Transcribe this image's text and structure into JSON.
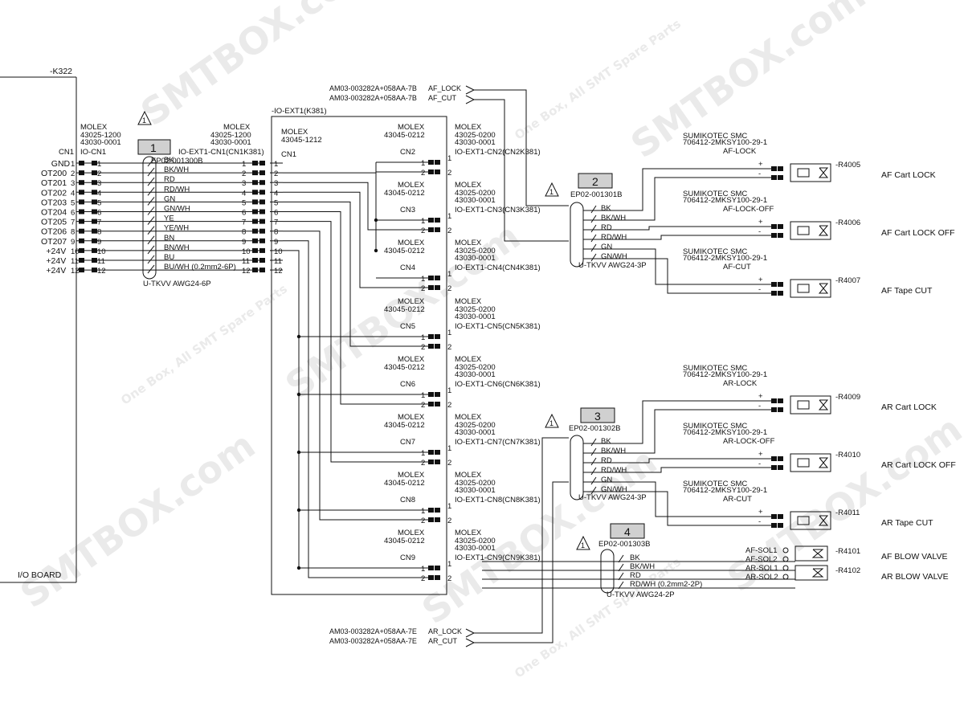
{
  "watermark": "SMTBOX.com",
  "watermark_sub": "One Box, All SMT Spare Parts",
  "main": {
    "k322": "-K322",
    "io_board": "I/O BOARD",
    "left_conn": {
      "maker": "MOLEX",
      "pn1": "43025-1200",
      "pn2": "43030-0001",
      "cn": "CN1",
      "name": "IO-CN1"
    },
    "pins": [
      "GND",
      "OT200",
      "OT201",
      "OT202",
      "OT203",
      "OT204",
      "OT205",
      "OT206",
      "OT207",
      "+24V",
      "+24V",
      "+24V"
    ],
    "pin_nums": [
      "1",
      "2",
      "3",
      "4",
      "5",
      "6",
      "7",
      "8",
      "9",
      "10",
      "11",
      "12"
    ],
    "cable1": {
      "num": "1",
      "part": "EP02-001300B",
      "type": "U-TKVV AWG24-6P",
      "colors": [
        "BK",
        "BK/WH",
        "RD",
        "RD/WH",
        "GN",
        "GN/WH",
        "YE",
        "YE/WH",
        "BN",
        "BN/WH",
        "BU",
        "BU/WH (0.2mm2-6P)"
      ]
    },
    "mid_conn": {
      "maker": "MOLEX",
      "pn1": "43025-1200",
      "pn2": "43030-0001",
      "name": "IO-EXT1-CN1(CN1K381)"
    },
    "ext_board": {
      "title": "-IO-EXT1(K381)",
      "maker": "MOLEX",
      "pn": "43045-1212",
      "cn": "CN1"
    },
    "cns": [
      {
        "cn": "CN2",
        "left_pn": "43045-0212",
        "right_pn1": "43025-0200",
        "right_pn2": "43030-0001",
        "name": "IO-EXT1-CN2(CN2K381)"
      },
      {
        "cn": "CN3",
        "left_pn": "43045-0212",
        "right_pn1": "43025-0200",
        "right_pn2": "43030-0001",
        "name": "IO-EXT1-CN3(CN3K381)"
      },
      {
        "cn": "CN4",
        "left_pn": "43045-0212",
        "right_pn1": "43025-0200",
        "right_pn2": "43030-0001",
        "name": "IO-EXT1-CN4(CN4K381)"
      },
      {
        "cn": "CN5",
        "left_pn": "43045-0212",
        "right_pn1": "43025-0200",
        "right_pn2": "43030-0001",
        "name": "IO-EXT1-CN5(CN5K381)"
      },
      {
        "cn": "CN6",
        "left_pn": "43045-0212",
        "right_pn1": "43025-0200",
        "right_pn2": "43030-0001",
        "name": "IO-EXT1-CN6(CN6K381)"
      },
      {
        "cn": "CN7",
        "left_pn": "43045-0212",
        "right_pn1": "43025-0200",
        "right_pn2": "43030-0001",
        "name": "IO-EXT1-CN7(CN7K381)"
      },
      {
        "cn": "CN8",
        "left_pn": "43045-0212",
        "right_pn1": "43025-0200",
        "right_pn2": "43030-0001",
        "name": "IO-EXT1-CN8(CN8K381)"
      },
      {
        "cn": "CN9",
        "left_pn": "43045-0212",
        "right_pn1": "43025-0200",
        "right_pn2": "43030-0001",
        "name": "IO-EXT1-CN9(CN9K381)"
      }
    ],
    "af_lock": {
      "part": "AM03-003282A+058AA-7B",
      "label": "AF_LOCK"
    },
    "af_cut": {
      "part": "AM03-003282A+058AA-7B",
      "label": "AF_CUT"
    },
    "ar_lock": {
      "part": "AM03-003282A+058AA-7E",
      "label": "AR_LOCK"
    },
    "ar_cut": {
      "part": "AM03-003282A+058AA-7E",
      "label": "AR_CUT"
    },
    "cable2": {
      "num": "2",
      "part": "EP02-001301B",
      "type": "U-TKVV AWG24-3P",
      "colors": [
        "BK",
        "BK/WH",
        "RD",
        "RD/WH",
        "GN",
        "GN/WH"
      ]
    },
    "cable3": {
      "num": "3",
      "part": "EP02-001302B",
      "type": "U-TKVV AWG24-3P",
      "colors": [
        "BK",
        "BK/WH",
        "RD",
        "RD/WH",
        "GN",
        "GN/WH"
      ]
    },
    "cable4": {
      "num": "4",
      "part": "EP02-001303B",
      "type": "U-TKVV AWG24-2P",
      "colors": [
        "BK",
        "BK/WH",
        "RD",
        "RD/WH (0.2mm2-2P)"
      ]
    },
    "valves": [
      {
        "maker": "SUMIKOTEC   SMC",
        "pn": "706412-2MKSY100-29-1",
        "sig": "AF-LOCK",
        "ref": "-R4005",
        "desc": "AF Cart LOCK"
      },
      {
        "maker": "SUMIKOTEC   SMC",
        "pn": "706412-2MKSY100-29-1",
        "sig": "AF-LOCK-OFF",
        "ref": "-R4006",
        "desc": "AF Cart LOCK OFF"
      },
      {
        "maker": "SUMIKOTEC   SMC",
        "pn": "706412-2MKSY100-29-1",
        "sig": "AF-CUT",
        "ref": "-R4007",
        "desc": "AF Tape CUT"
      },
      {
        "maker": "SUMIKOTEC   SMC",
        "pn": "706412-2MKSY100-29-1",
        "sig": "AR-LOCK",
        "ref": "-R4009",
        "desc": "AR Cart LOCK"
      },
      {
        "maker": "SUMIKOTEC   SMC",
        "pn": "706412-2MKSY100-29-1",
        "sig": "AR-LOCK-OFF",
        "ref": "-R4010",
        "desc": "AR Cart LOCK OFF"
      },
      {
        "maker": "SUMIKOTEC   SMC",
        "pn": "706412-2MKSY100-29-1",
        "sig": "AR-CUT",
        "ref": "-R4011",
        "desc": "AR Tape CUT"
      }
    ],
    "blow": {
      "sol_labels": [
        "AF-SOL1",
        "AF-SOL2",
        "AR-SOL1",
        "AR-SOL2"
      ],
      "ref1": "-R4101",
      "desc1": "AF BLOW VALVE",
      "ref2": "-R4102",
      "desc2": "AR BLOW VALVE"
    },
    "plus": "+",
    "minus": "-",
    "warn": "1"
  }
}
